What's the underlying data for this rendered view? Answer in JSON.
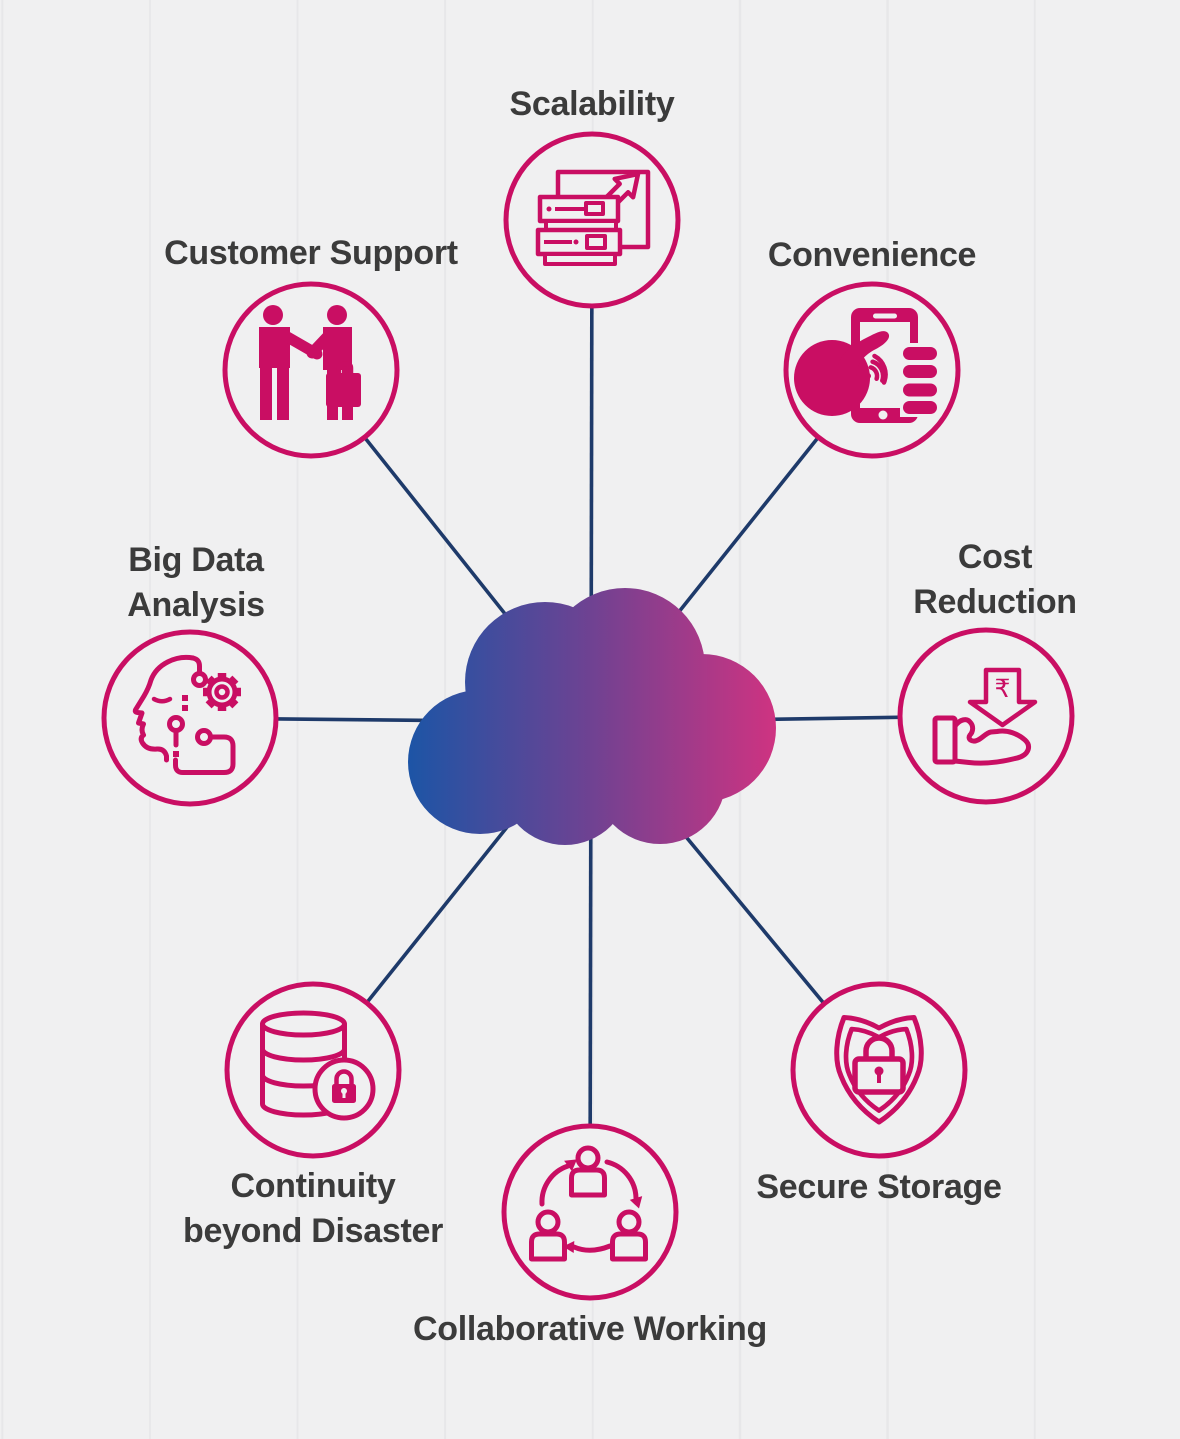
{
  "diagram": {
    "type": "hub-and-spoke",
    "title_present": false,
    "center": {
      "name": "cloud",
      "icon": "cloud-icon"
    },
    "colors": {
      "background": "#f0f0f1",
      "guide_line": "#e7e7e9",
      "accent_pink": "#c90e63",
      "connector_navy": "#1e3a6a",
      "label_text": "#3b3b3b",
      "cloud_gradient_left": "#1b55a6",
      "cloud_gradient_mid": "#6f4292",
      "cloud_gradient_right": "#cf3381"
    },
    "glyphs": {
      "rupee": "₹"
    },
    "nodes": [
      {
        "id": "scalability",
        "label": "Scalability",
        "icon": "servers-growth-arrow-icon",
        "position": "top"
      },
      {
        "id": "customer-support",
        "label": "Customer Support",
        "icon": "handshake-people-icon",
        "position": "upper-left"
      },
      {
        "id": "convenience",
        "label": "Convenience",
        "icon": "hand-holding-phone-icon",
        "position": "upper-right"
      },
      {
        "id": "big-data-analysis",
        "label_line1": "Big Data",
        "label_line2": "Analysis",
        "icon": "head-gear-ai-icon",
        "position": "left"
      },
      {
        "id": "cost-reduction",
        "label_line1": "Cost",
        "label_line2": "Reduction",
        "icon": "rupee-arrow-hand-icon",
        "position": "right"
      },
      {
        "id": "continuity-beyond-disaster",
        "label_line1": "Continuity",
        "label_line2": "beyond Disaster",
        "icon": "database-lock-icon",
        "position": "lower-left"
      },
      {
        "id": "secure-storage",
        "label": "Secure Storage",
        "icon": "shield-lock-icon",
        "position": "lower-right"
      },
      {
        "id": "collaborative-working",
        "label": "Collaborative Working",
        "icon": "people-cycle-icon",
        "position": "bottom"
      }
    ]
  }
}
